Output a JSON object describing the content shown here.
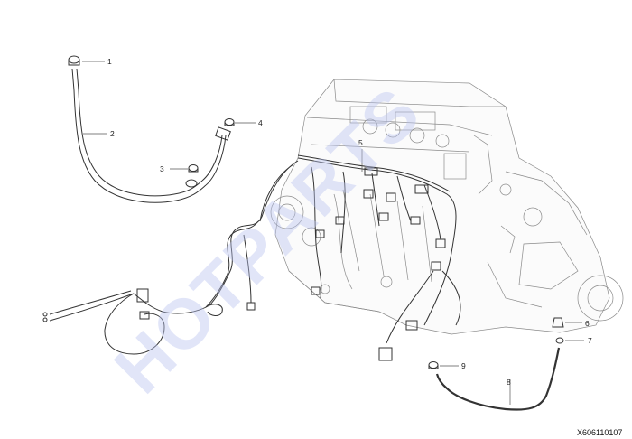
{
  "watermark": "HOTPARTS",
  "drawing_code": "X606110107",
  "callouts": [
    "1",
    "2",
    "3",
    "4",
    "5",
    "6",
    "7",
    "8",
    "9"
  ]
}
